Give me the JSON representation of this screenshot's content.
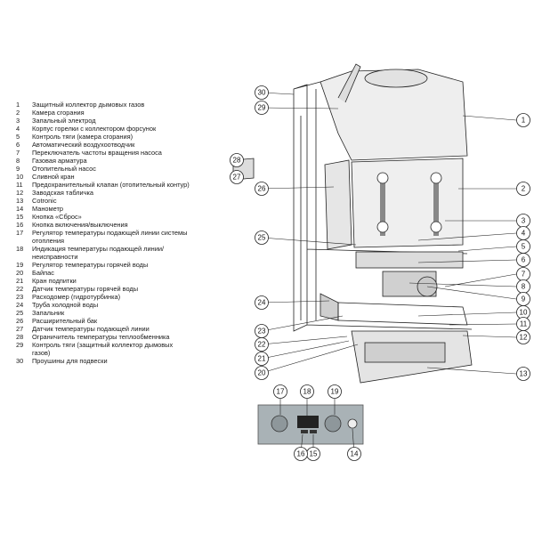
{
  "legend": [
    {
      "num": "1",
      "text": "Защитный коллектор дымовых газов"
    },
    {
      "num": "2",
      "text": "Камера сгорания"
    },
    {
      "num": "3",
      "text": "Запальный электрод"
    },
    {
      "num": "4",
      "text": "Корпус горелки с коллектором форсунок"
    },
    {
      "num": "5",
      "text": "Контроль тяги (камера сгорания)"
    },
    {
      "num": "6",
      "text": "Автоматический воздухоотводчик"
    },
    {
      "num": "7",
      "text": "Переключатель частоты вращения насоса"
    },
    {
      "num": "8",
      "text": "Газовая арматура"
    },
    {
      "num": "9",
      "text": "Отопительный насос"
    },
    {
      "num": "10",
      "text": "Сливной кран"
    },
    {
      "num": "11",
      "text": "Предохранительный клапан (отопительный контур)"
    },
    {
      "num": "12",
      "text": "Заводская табличка"
    },
    {
      "num": "13",
      "text": "Cotronic"
    },
    {
      "num": "14",
      "text": "Манометр"
    },
    {
      "num": "15",
      "text": "Кнопка «Сброс»"
    },
    {
      "num": "16",
      "text": "Кнопка включения/выключения"
    },
    {
      "num": "17",
      "text": "Регулятор температуры подающей линии системы"
    },
    {
      "num": "",
      "text": "отопления"
    },
    {
      "num": "18",
      "text": "Индикация температуры подающей линии/"
    },
    {
      "num": "",
      "text": "неисправности"
    },
    {
      "num": "19",
      "text": "Регулятор температуры горячей воды"
    },
    {
      "num": "20",
      "text": "Байпас"
    },
    {
      "num": "21",
      "text": "Кран подпитки"
    },
    {
      "num": "22",
      "text": "Датчик температуры горячей воды"
    },
    {
      "num": "23",
      "text": "Расходомер (гидротурбинка)"
    },
    {
      "num": "24",
      "text": "Труба холодной воды"
    },
    {
      "num": "25",
      "text": "Запальник"
    },
    {
      "num": "26",
      "text": "Расширительный бак"
    },
    {
      "num": "27",
      "text": "Датчик температуры подающей линии"
    },
    {
      "num": "28",
      "text": "Ограничитель температуры теплообменника"
    },
    {
      "num": "29",
      "text": "Контроль тяги (защитный коллектор дымовых"
    },
    {
      "num": "",
      "text": "газов)"
    },
    {
      "num": "30",
      "text": "Проушины для подвески"
    }
  ],
  "callouts": [
    "1",
    "2",
    "3",
    "4",
    "5",
    "6",
    "7",
    "8",
    "9",
    "10",
    "11",
    "12",
    "13",
    "14",
    "15",
    "16",
    "17",
    "18",
    "19",
    "20",
    "21",
    "22",
    "23",
    "24",
    "25",
    "26",
    "27",
    "28",
    "29",
    "30"
  ],
  "colors": {
    "line": "#222222",
    "panel": "#a9b2b6",
    "metal": "#d7d7d7",
    "dark": "#555555"
  }
}
